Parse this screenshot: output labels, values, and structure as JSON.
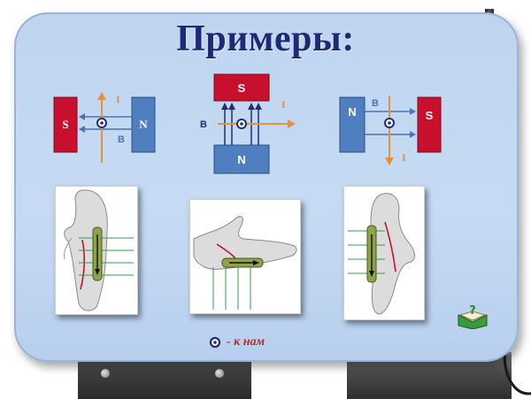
{
  "title": "Примеры:",
  "diagram1": {
    "pole_left": "S",
    "pole_right": "N",
    "current_label": "I",
    "field_label": "B"
  },
  "diagram2": {
    "pole_top": "S",
    "pole_bottom": "N",
    "current_label": "I",
    "field_label": "B"
  },
  "diagram3": {
    "pole_left": "N",
    "pole_right": "S",
    "current_label": "I",
    "field_label": "B"
  },
  "legend": {
    "text": "- к нам"
  },
  "colors": {
    "title": "#1e2a78",
    "magnet_red": "#c8102e",
    "magnet_blue": "#4f7fc0",
    "current_arrow": "#e8903a",
    "field_arrow": "#4a73b8",
    "legend_text": "#c0282a"
  },
  "icons": [
    "left-hand-rule-photo",
    "book-question-icon",
    "current-toward-viewer-icon"
  ]
}
